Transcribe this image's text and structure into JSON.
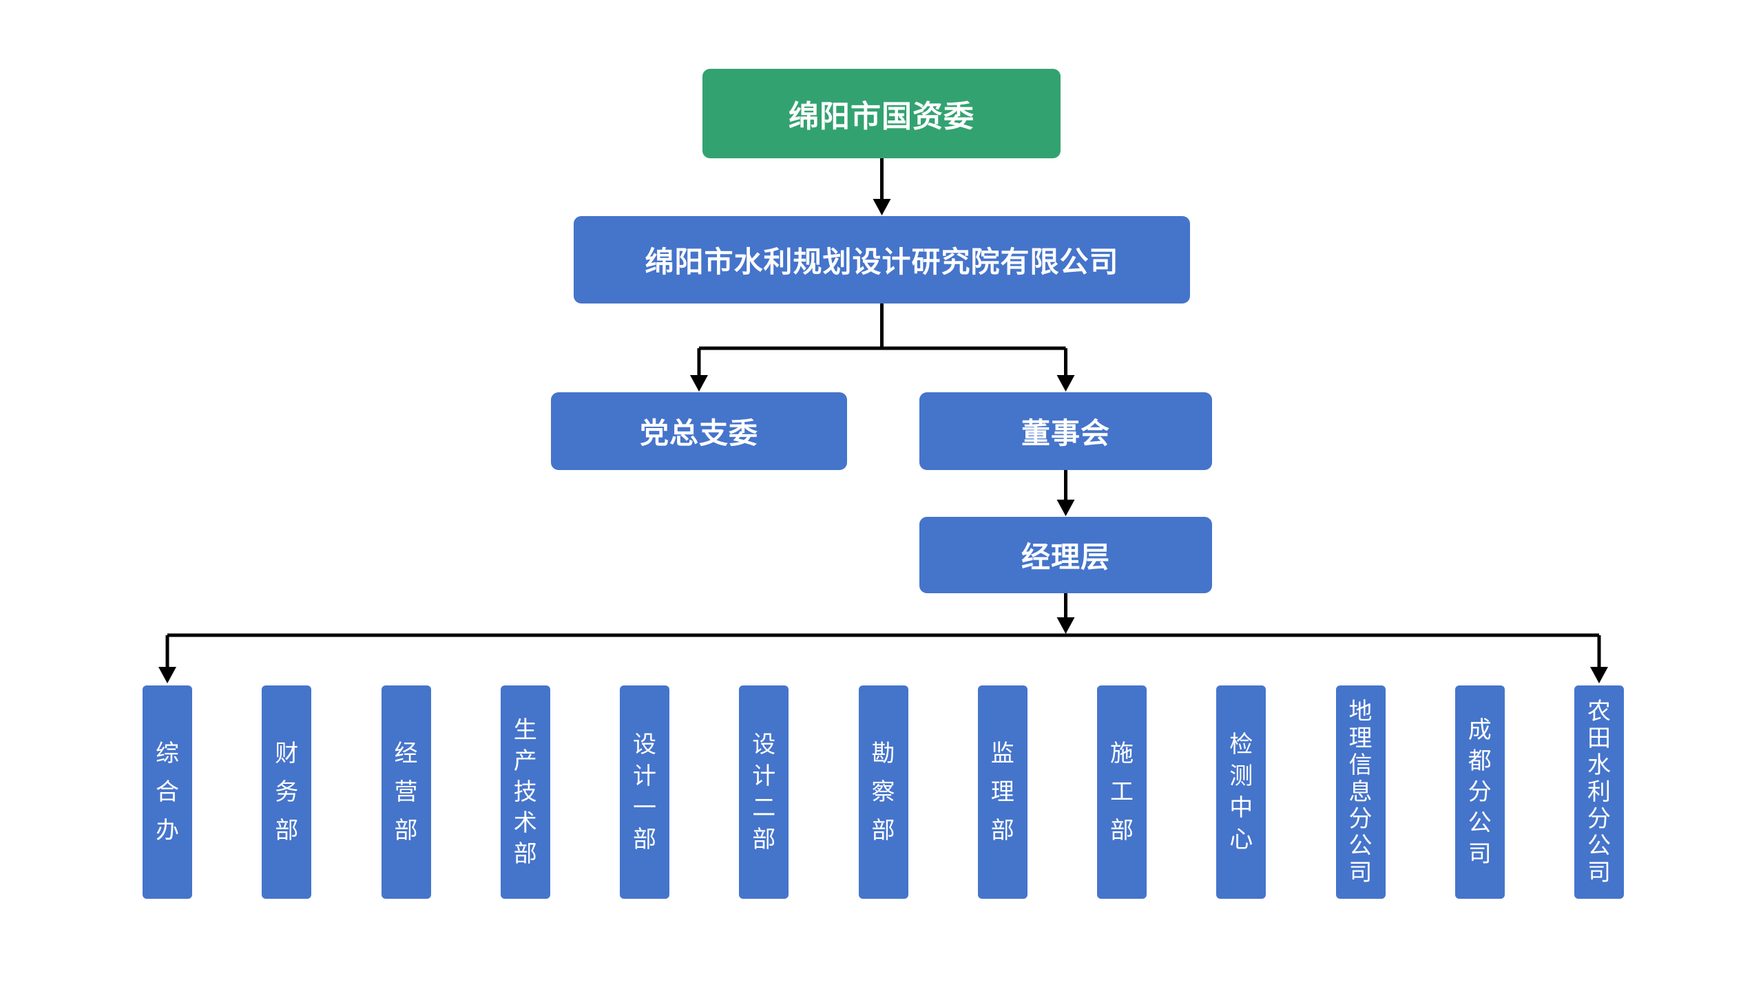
{
  "org_chart": {
    "root": {
      "label": "绵阳市国资委"
    },
    "company": {
      "label": "绵阳市水利规划设计研究院有限公司"
    },
    "party_committee": {
      "label": "党总支委"
    },
    "board": {
      "label": "董事会"
    },
    "management": {
      "label": "经理层"
    },
    "departments": [
      {
        "label": "综合办"
      },
      {
        "label": "财务部"
      },
      {
        "label": "经营部"
      },
      {
        "label": "生产技术部"
      },
      {
        "label": "设计一部"
      },
      {
        "label": "设计二部"
      },
      {
        "label": "勘察部"
      },
      {
        "label": "监理部"
      },
      {
        "label": "施工部"
      },
      {
        "label": "检测中心"
      },
      {
        "label": "地理信息分公司"
      },
      {
        "label": "成都分公司"
      },
      {
        "label": "农田水利分公司"
      }
    ],
    "colors": {
      "root_green": "#33A271",
      "node_blue": "#4574CB",
      "connector": "#000000",
      "text": "#FFFFFF",
      "background": "#FFFFFF"
    }
  }
}
